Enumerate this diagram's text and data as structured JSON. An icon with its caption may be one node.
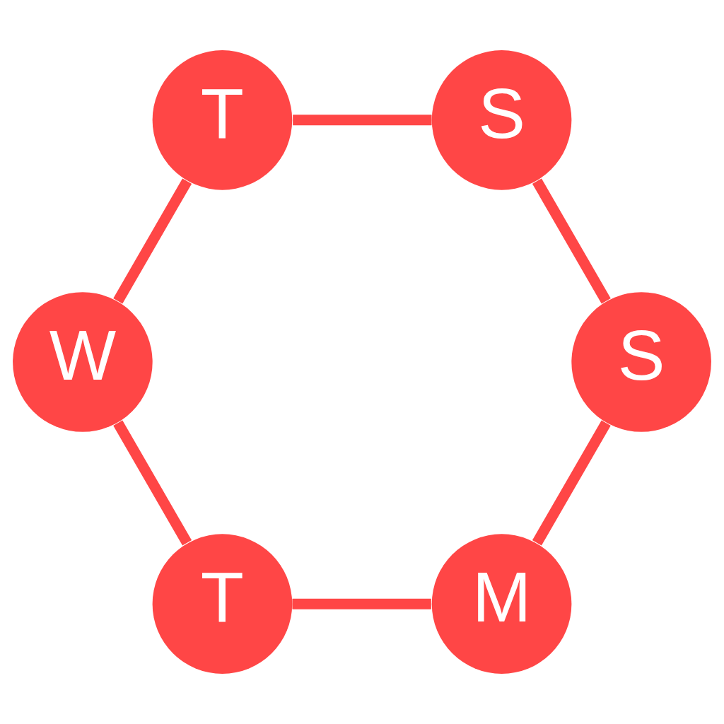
{
  "diagram": {
    "nodes": [
      {
        "text": [
          "M"
        ]
      },
      {
        "text": [
          "T"
        ]
      },
      {
        "text": [
          "W"
        ]
      },
      {
        "text": [
          "T"
        ]
      },
      {
        "text": [
          "S"
        ]
      },
      {
        "text": [
          "S"
        ]
      }
    ],
    "edges": [
      {
        "from": 0,
        "to": 1,
        "arrow": "none"
      },
      {
        "from": 1,
        "to": 2,
        "arrow": "none"
      },
      {
        "from": 2,
        "to": 3,
        "arrow": "none"
      },
      {
        "from": 3,
        "to": 4,
        "arrow": "none"
      },
      {
        "from": 4,
        "to": 5,
        "arrow": "none"
      },
      {
        "from": 5,
        "to": 0,
        "arrow": "none"
      }
    ]
  }
}
